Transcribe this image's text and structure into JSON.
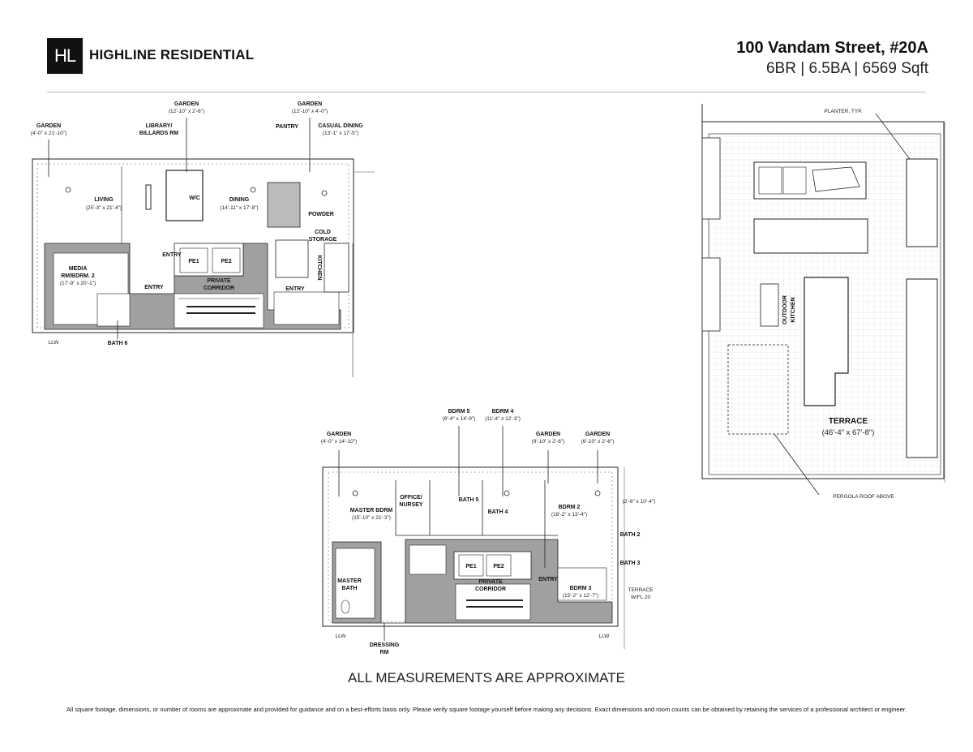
{
  "header": {
    "logo_text": "HL",
    "brand": "HIGHLINE RESIDENTIAL",
    "address": "100 Vandam Street, #20A",
    "specs": "6BR | 6.5BA | 6569 Sqft"
  },
  "upper_plan": {
    "garden_left": "GARDEN",
    "garden_left_dim": "(4'-0\" x 21'-10\")",
    "garden_mid": "GARDEN",
    "garden_mid_dim": "(12'-10\" x 2'-6\")",
    "garden_right": "GARDEN",
    "garden_right_dim": "(12'-10\" x 4'-0\")",
    "library": "LIBRARY/",
    "library2": "BILLARDS RM",
    "pantry": "PANTRY",
    "casual": "CASUAL DINING",
    "casual_dim": "(13'-1\" x 17'-5\")",
    "living": "LIVING",
    "living_dim": "(25'-3\" x 21'-4\")",
    "wic": "W/C",
    "dining": "DINING",
    "dining_dim": "(14'-11\" x 17'-8\")",
    "powder": "POWDER",
    "cold": "COLD",
    "storage": "STORAGE",
    "entry1": "ENTRY",
    "entry2": "ENTRY",
    "entry3": "ENTRY",
    "media": "MEDIA",
    "media2": "RM/BDRM. 2",
    "media_dim": "(17'-9\" x 20'-1\")",
    "pe1": "PE1",
    "pe2": "PE2",
    "private": "PRIVATE",
    "corridor": "CORRIDOR",
    "kitchen": "KITCHEN",
    "bath6": "BATH 6",
    "llw": "LLW"
  },
  "terrace_plan": {
    "planter": "PLANTER, TYP.",
    "outdoor": "OUTDOOR",
    "kitchen": "KITCHEN",
    "terrace": "TERRACE",
    "terrace_dim": "(46'-4\" x 67'-8\")",
    "pergola": "PERGOLA ROOF ABOVE"
  },
  "lower_plan": {
    "garden_left": "GARDEN",
    "garden_left_dim": "(4'-0\" x 14'-10\")",
    "bdrm5": "BDRM 5",
    "bdrm5_dim": "(9'-4\" x 14'-9\")",
    "bdrm4": "BDRM 4",
    "bdrm4_dim": "(11'-4\" x 12'-3\")",
    "garden_mid": "GARDEN",
    "garden_mid_dim": "(9'-10\" x 2'-6\")",
    "garden_right": "GARDEN",
    "garden_right_dim": "(6'-10\" x 2'-6\")",
    "master_bdrm": "MASTER BDRM",
    "master_bdrm_dim": "(15'-10\" x 21'-3\")",
    "office": "OFFICE/",
    "nursey": "NURSEY",
    "bath5": "BATH 5",
    "bath4": "BATH 4",
    "bdrm2": "BDRM 2",
    "bdrm2_dim": "(16'-2\" x 13'-4\")",
    "side_dim": "(2'-6\" x 10'-4\")",
    "bath2": "BATH 2",
    "bath3": "BATH 3",
    "master_bath": "MASTER",
    "master_bath2": "BATH",
    "pe1": "PE1",
    "pe2": "PE2",
    "private": "PRIVATE",
    "corridor": "CORRIDOR",
    "entry": "ENTRY",
    "bdrm3": "BDRM 3",
    "bdrm3_dim": "(15'-2\" x 12'-7\")",
    "terrace": "TERRACE",
    "terrace2": "W/FL 20",
    "dressing": "DRESSING",
    "dressing2": "RM",
    "llw_left": "LLW",
    "llw_right": "LLW"
  },
  "footer": {
    "approx": "ALL MEASUREMENTS ARE APPROXIMATE",
    "disclaimer": "All square footage, dimensions, or number of rooms are approximate and provided for guidance and on a best-efforts basis only. Please verify square footage yourself before making any decisions. Exact dimensions and room counts can be obtained by retaining the services of a professional architect or engineer."
  },
  "colors": {
    "wall": "#9a9a9a",
    "line": "#222222",
    "grid": "#d9d9d9"
  }
}
